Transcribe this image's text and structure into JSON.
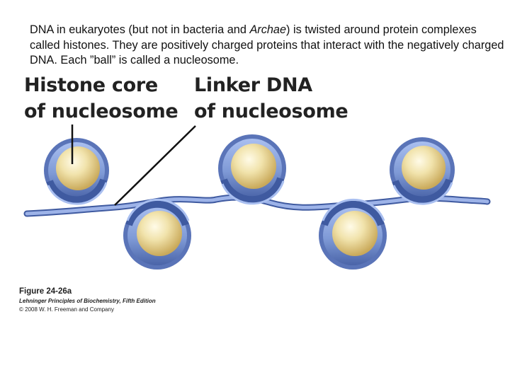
{
  "caption": {
    "part1": "DNA in eukaryotes (but not in bacteria and ",
    "italic": "Archae",
    "part2": ") is twisted around protein complexes called histones. They are positively charged proteins that interact with the negatively charged DNA. Each ”ball” is called a nucleosome."
  },
  "labels": {
    "histone_line1": "Histone core",
    "histone_line2": "of nucleosome",
    "linker_line1": "Linker DNA",
    "linker_line2": "of nucleosome"
  },
  "figure": {
    "number": "Figure 24-26a",
    "book": "Lehninger Principles of Biochemistry, Fifth Edition",
    "copyright": "© 2008 W. H. Freeman and Company"
  },
  "colors": {
    "dna_blue": "#7f9ad6",
    "dna_dark": "#4a64a8",
    "core_yellow": "#f0e2a8",
    "pointer": "#111111"
  }
}
